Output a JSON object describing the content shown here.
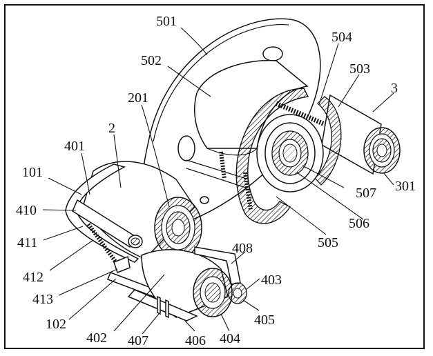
{
  "labels": {
    "l501": "501",
    "l504": "504",
    "l503": "503",
    "l502": "502",
    "l3": "3",
    "l201": "201",
    "l2": "2",
    "l401": "401",
    "l101": "101",
    "l410": "410",
    "l411": "411",
    "l412": "412",
    "l413": "413",
    "l102": "102",
    "l402": "402",
    "l407": "407",
    "l406": "406",
    "l404": "404",
    "l405": "405",
    "l403": "403",
    "l408": "408",
    "l505": "505",
    "l506": "506",
    "l507": "507",
    "l301": "301"
  }
}
